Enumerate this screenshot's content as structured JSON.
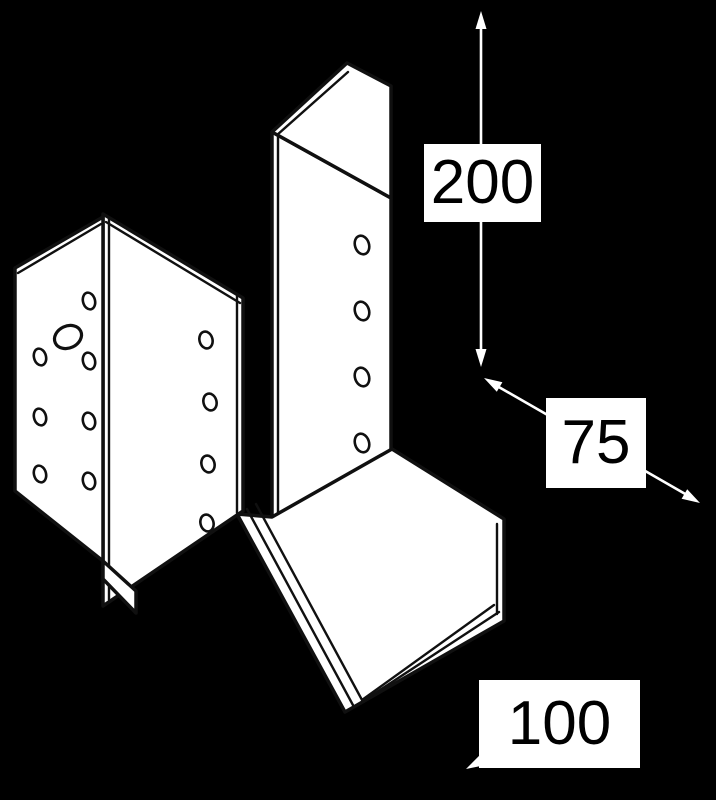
{
  "diagram": {
    "type": "isometric-line-drawing",
    "subject": "metal joist hanger bracket with nail holes and dimension arrows",
    "background_color": "#000000",
    "part_fill_color": "#ffffff",
    "part_line_color": "#101010",
    "dimension_line_color": "#ffffff",
    "dimension_label_bg": "#ffffff",
    "dimension_label_color": "#000000",
    "dimensions": {
      "height": "200",
      "depth": "75",
      "width": "100"
    }
  }
}
